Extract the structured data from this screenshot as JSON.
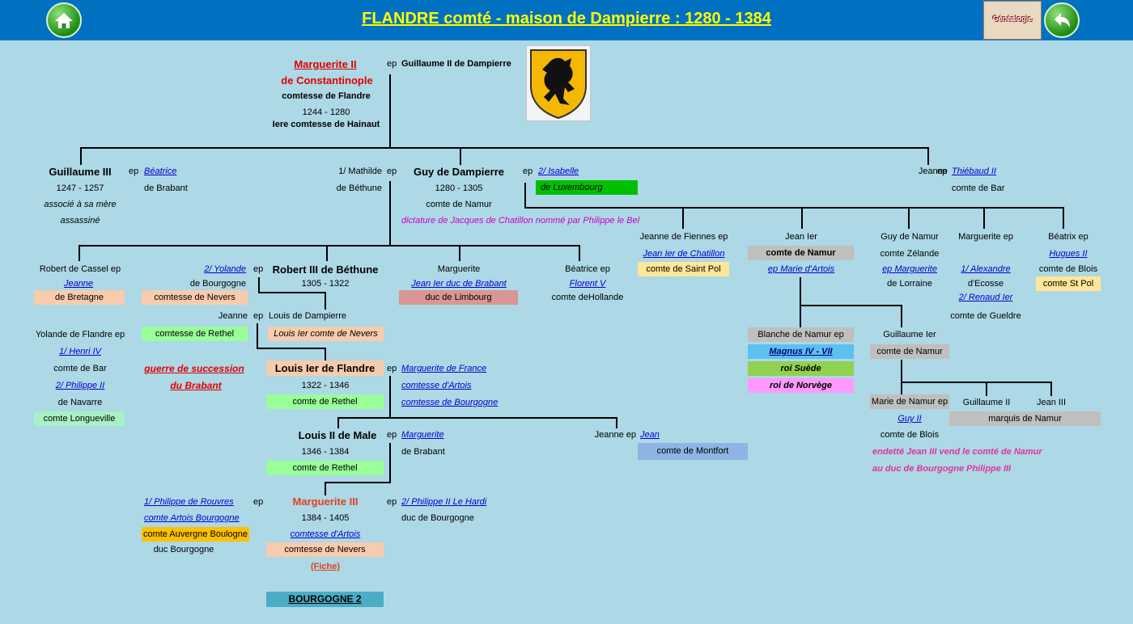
{
  "header": {
    "title": "FLANDRE comté - maison de Dampierre : 1280 - 1384",
    "genealogy_label": "Généalogie",
    "home_icon": "home-icon",
    "back_icon": "back-arrow-icon"
  },
  "colors": {
    "header": "#0070c0",
    "background": "#add8e6",
    "title": "#ffff00"
  },
  "root": {
    "name1": "Marguerite II",
    "name2": "de Constantinople",
    "line3": "comtesse de Flandre",
    "line4": "1244 - 1280",
    "line5": "Iere comtesse de Hainaut",
    "ep": "ep",
    "spouse": "Guillaume II de Dampierre"
  },
  "gen2": {
    "guillaume3": {
      "name": "Guillaume III",
      "dates": "1247 - 1257",
      "note1": "associé à sa mère",
      "note2": "assassiné",
      "ep": "ep",
      "spouse": "Béatrice",
      "spouse2": "de Brabant"
    },
    "mathilde": {
      "label": "1/ Mathilde",
      "ep": "ep",
      "line2": "de Béthune"
    },
    "guy": {
      "name": "Guy de Dampierre",
      "dates": "1280 - 1305",
      "title": "comte de Namur",
      "note": "dictature de Jacques de Chatillon nommé par Philippe le Bel",
      "ep": "ep",
      "spouse": "2/ Isabelle",
      "spouse_box": "de Luxembourg"
    },
    "jeanne_bar": {
      "name": "Jeanne",
      "ep": "ep",
      "spouse": "Thiébaud II",
      "title": "comte de Bar"
    }
  },
  "gen3_isabelle": {
    "jeanne_fiennes": {
      "name": "Jeanne de Fiennes ep",
      "spouse": "Jean Ier de Chatillon",
      "box": "comte de Saint Pol"
    },
    "jean1": {
      "name": "Jean Ier",
      "box": "comte de Namur",
      "spouse": "ep Marie d'Artois"
    },
    "guy_namur": {
      "name": "Guy de Namur",
      "title": "comte Zélande",
      "spouse": "ep Marguerite",
      "spouse2": "de Lorraine"
    },
    "marguerite_ep": {
      "name": "Marguerite ep",
      "spouse": "1/ Alexandre",
      "spouse_line": "d'Ecosse",
      "spouse2": "2/ Renaud Ier",
      "spouse2_line": "comte de Gueldre"
    },
    "beatrix": {
      "name": "Béatrix ep",
      "spouse": "Hugues II",
      "title": "comte de Blois",
      "box": "comte St Pol"
    }
  },
  "gen3_mathilde": {
    "robert_cassel": {
      "name": "Robert de Cassel ep",
      "spouse": "Jeanne",
      "box": "de Bretagne"
    },
    "yolande_flandre": {
      "name": "Yolande de Flandre ep",
      "spouse1": "1/ Henri IV",
      "line2": "comte de Bar",
      "spouse2": "2/ Philippe II",
      "line4": "de Navarre",
      "box": "comte Longueville"
    },
    "robert3": {
      "name": "Robert III de Béthune",
      "dates": "1305 - 1322",
      "ep": "ep",
      "spouse": "2/ Yolande",
      "spouse_line": "de Bourgogne",
      "spouse_box": "comtesse de Nevers"
    },
    "marguerite": {
      "name": "Marguerite",
      "spouse": "Jean Ier duc de Brabant",
      "box": "duc de Limbourg"
    },
    "beatrice": {
      "name": "Béatrice ep",
      "spouse": "Florent V",
      "title": "comte deHollande"
    }
  },
  "louis_dampierre": {
    "jeanne": "Jeanne",
    "ep": "ep",
    "name": "Louis de Dampierre",
    "jeanne_box": "comtesse de Rethel",
    "box": "Louis Ier comte de Nevers"
  },
  "war": {
    "line1": "guerre de succession",
    "line2": "du Brabant"
  },
  "louis1": {
    "name": "Louis Ier de Flandre",
    "dates": "1322 - 1346",
    "box": "comte de Rethel",
    "ep": "ep",
    "spouse": "Marguerite de France",
    "spouse_line2": "comtesse d'Artois",
    "spouse_line3": "comtesse de Bourgogne"
  },
  "louis2": {
    "name": "Louis II de Male",
    "dates": "1346 - 1384",
    "box": "comte de Rethel",
    "ep": "ep",
    "spouse": "Marguerite",
    "spouse_line": "de Brabant"
  },
  "jeanne_montfort": {
    "name": "Jeanne ep",
    "spouse": "Jean",
    "box": "comte de Montfort"
  },
  "marguerite3": {
    "name": "Marguerite III",
    "dates": "1384 - 1405",
    "line3": "comtesse d'Artois",
    "box": "comtesse de Nevers",
    "fiche": "(Fiche)",
    "nav": "BOURGOGNE 2",
    "spouse1": "1/ Philippe de Rouvres",
    "spouse1_line2": "comte Artois Bourgogne",
    "spouse1_box": "comte Auvergne Boulogne",
    "spouse1_line4": "duc Bourgogne",
    "ep1": "ep",
    "ep2": "ep",
    "spouse2": "2/ Philippe II Le Hardi",
    "spouse2_line": "duc de Bourgogne"
  },
  "jean1_children": {
    "blanche": {
      "name": "Blanche de Namur  ep",
      "spouse": "Magnus IV - VII",
      "box1": "roi Suède",
      "box2": "roi de Norvège"
    },
    "guillaume1": {
      "name": "Guillaume Ier",
      "box": "comte de Namur"
    }
  },
  "guillaume1_children": {
    "marie": {
      "name": "Marie de Namur ep",
      "spouse": "Guy II",
      "title": "comte de Blois"
    },
    "guillaume2": {
      "name": "Guillaume II"
    },
    "jean3": {
      "name": "Jean III"
    },
    "marquis_box": "marquis de Namur",
    "note1": "endetté Jean III vend le comté de Namur",
    "note2": "au duc de Bourgogne Philippe III"
  }
}
